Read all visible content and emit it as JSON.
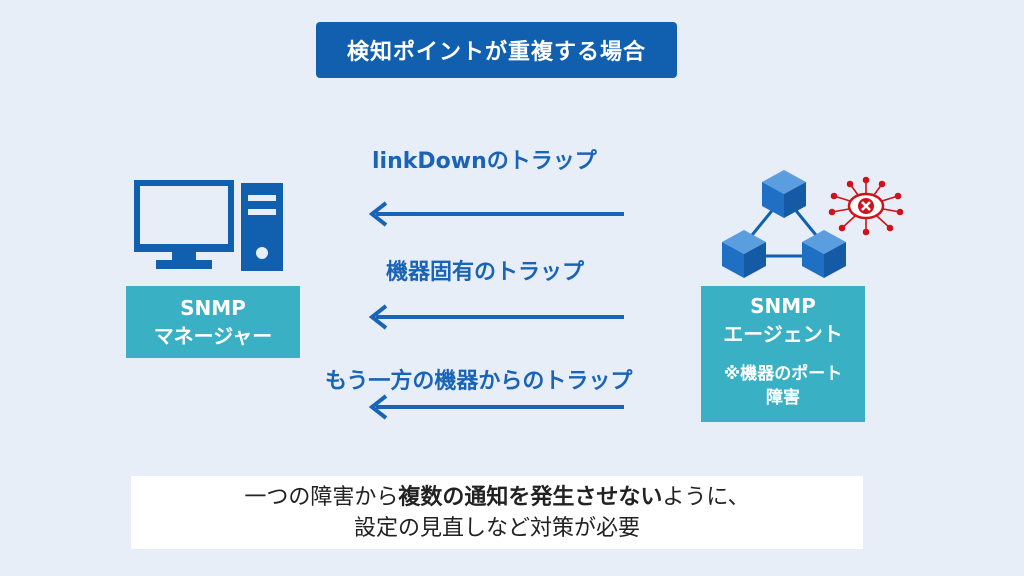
{
  "title": "検知ポイントが重複する場合",
  "traps": [
    {
      "label": "linkDownのトラップ"
    },
    {
      "label": "機器固有のトラップ"
    },
    {
      "label": "もう一方の機器からのトラップ"
    }
  ],
  "manager": {
    "line1": "SNMP",
    "line2": "マネージャー"
  },
  "agent": {
    "line1": "SNMP",
    "line2": "エージェント",
    "note1": "※機器のポート",
    "note2": "障害"
  },
  "note": {
    "line1_pre": "一つの障害から",
    "line1_bold": "複数の通知を発生させない",
    "line1_post": "ように、",
    "line2": "設定の見直しなど対策が必要"
  },
  "colors": {
    "background": "#e8eef7",
    "title": "#1160b0",
    "arrow": "#1a64b8",
    "box": "#3ab0c4",
    "fault": "#d0121b"
  },
  "icons": [
    "computer-monitor-icon",
    "computer-tower-icon",
    "network-cubes-icon",
    "virus-error-icon"
  ]
}
